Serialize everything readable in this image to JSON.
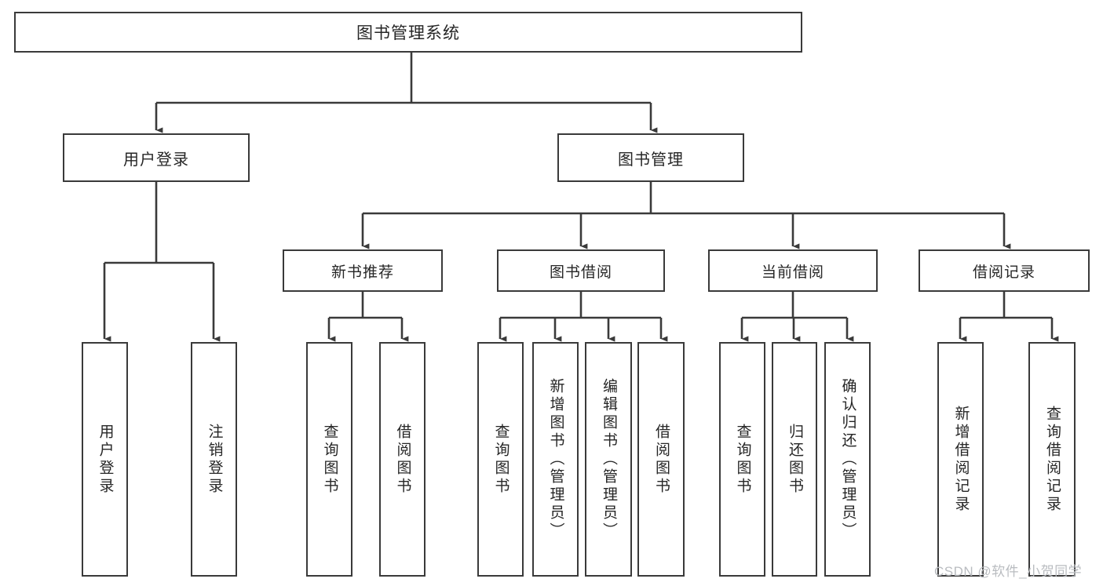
{
  "diagram": {
    "title": "图书管理系统",
    "type": "tree",
    "watermark": "CSDN @软件_小贺同学",
    "colors": {
      "box_border": "#3a3a3a",
      "box_fill": "#ffffff",
      "edge": "#3a3a3a",
      "text": "#262626",
      "watermark": "#b9bcc0"
    },
    "root": {
      "label": "图书管理系统"
    },
    "level1": [
      {
        "label": "用户登录"
      },
      {
        "label": "图书管理"
      }
    ],
    "level2": [
      {
        "label": "新书推荐"
      },
      {
        "label": "图书借阅"
      },
      {
        "label": "当前借阅"
      },
      {
        "label": "借阅记录"
      }
    ],
    "leaves": {
      "user_login": [
        {
          "label": "用户登录"
        },
        {
          "label": "注销登录"
        }
      ],
      "new_book_recommend": [
        {
          "label": "查询图书"
        },
        {
          "label": "借阅图书"
        }
      ],
      "book_borrow": [
        {
          "label": "查询图书"
        },
        {
          "label": "新增图书（管理员）"
        },
        {
          "label": "编辑图书（管理员）"
        },
        {
          "label": "借阅图书"
        }
      ],
      "current_borrow": [
        {
          "label": "查询图书"
        },
        {
          "label": "归还图书"
        },
        {
          "label": "确认归还（管理员）"
        }
      ],
      "borrow_record": [
        {
          "label": "新增借阅记录"
        },
        {
          "label": "查询借阅记录"
        }
      ]
    }
  }
}
